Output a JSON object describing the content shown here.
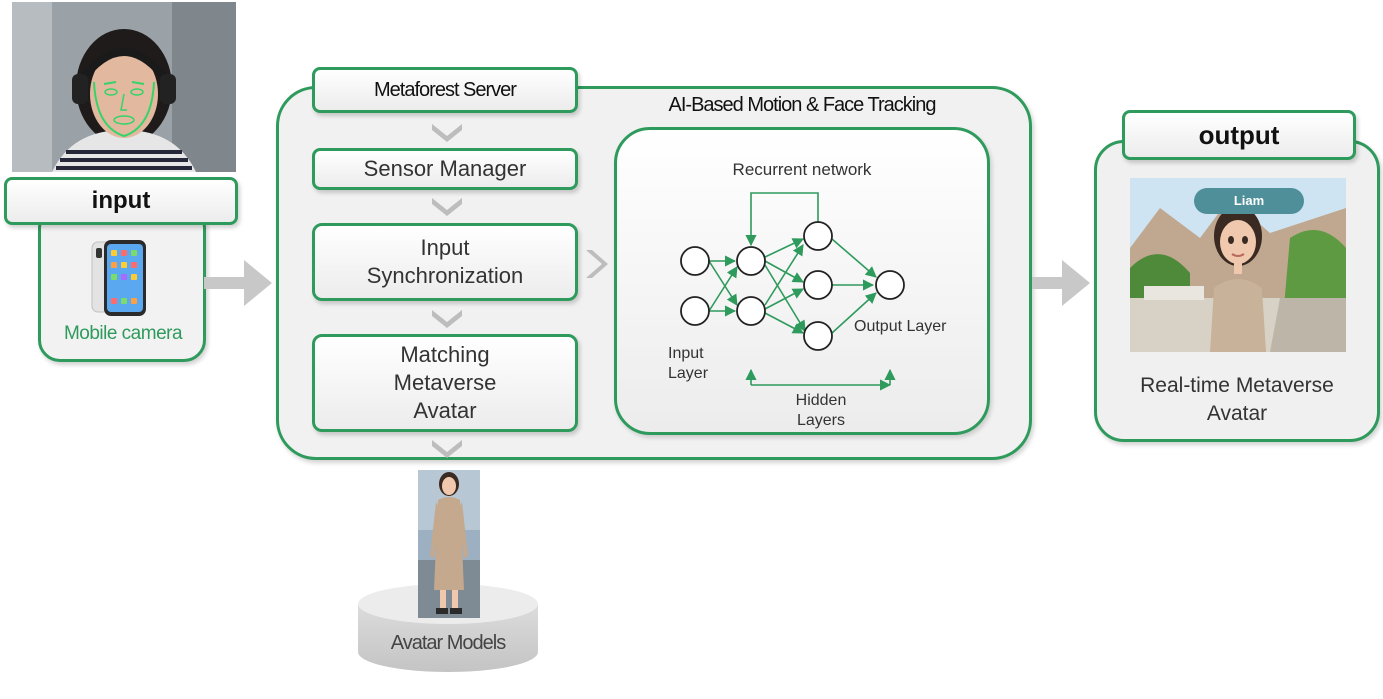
{
  "input": {
    "title": "input",
    "device_label": "Mobile camera"
  },
  "server": {
    "title": "Metaforest Server",
    "steps": [
      {
        "label": "Sensor Manager"
      },
      {
        "label": "Input Synchronization"
      },
      {
        "label": "Matching Metaverse Avatar"
      }
    ]
  },
  "tracking": {
    "title": "AI-Based Motion & Face Tracking",
    "recurrent_label": "Recurrent network",
    "input_layer_label": "Input Layer",
    "hidden_layers_label": "Hidden Layers",
    "output_layer_label": "Output Layer"
  },
  "output": {
    "title": "output",
    "name_tag": "Liam",
    "caption": "Real-time Metaverse Avatar"
  },
  "avatar_models": {
    "label": "Avatar Models"
  },
  "colors": {
    "accent_green": "#2e9a5c",
    "arrow_gray": "#c8c8c8"
  }
}
